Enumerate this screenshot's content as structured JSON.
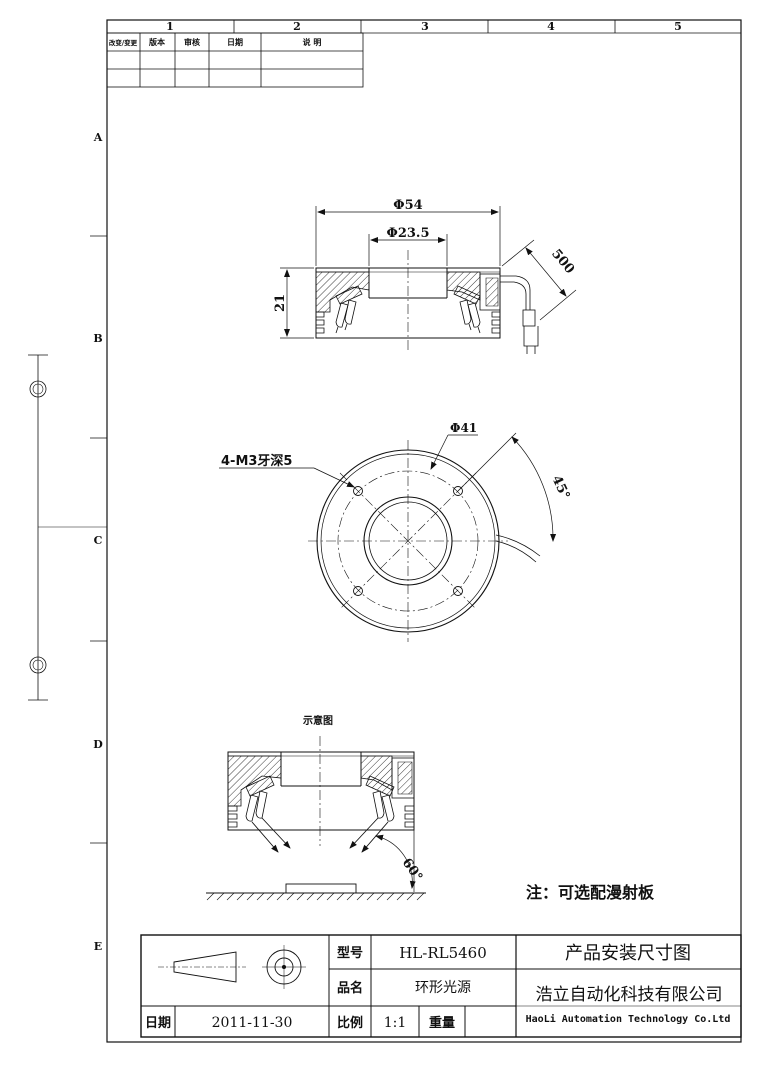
{
  "frame": {
    "col_numbers": [
      "1",
      "2",
      "3",
      "4",
      "5"
    ],
    "row_letters": [
      "A",
      "B",
      "C",
      "D",
      "E"
    ]
  },
  "revision_table": {
    "headers": [
      "改变/变更",
      "版本",
      "审核",
      "日期",
      "说 明"
    ]
  },
  "views": {
    "section": {
      "dims": {
        "outer_dia": "Φ54",
        "inner_dia": "Φ23.5",
        "height": "21",
        "cable_len": "500"
      }
    },
    "plan": {
      "dims": {
        "pcd": "Φ41",
        "angle": "45°",
        "thread": "4-M3牙深5"
      }
    },
    "schematic": {
      "title": "示意图",
      "angle": "60°"
    }
  },
  "note": "注：可选配漫射板",
  "title_block": {
    "model_label": "型号",
    "model_value": "HL-RL5460",
    "drawing_title": "产品安装尺寸图",
    "name_label": "品名",
    "name_value": "环形光源",
    "company_cn": "浩立自动化科技有限公司",
    "company_en": "HaoLi Automation Technology Co.Ltd",
    "date_label": "日期",
    "date_value": "2011-11-30",
    "scale_label": "比例",
    "scale_value": "1:1",
    "weight_label": "重量"
  }
}
